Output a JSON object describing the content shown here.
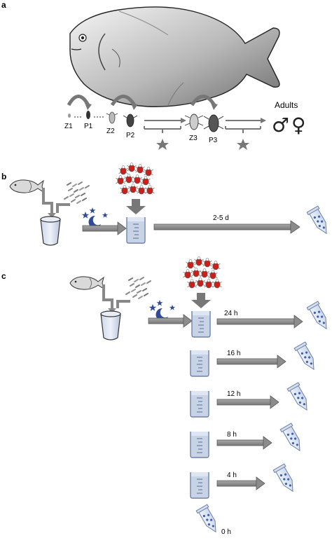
{
  "panels": {
    "a": {
      "label": "a",
      "stages": [
        "Z1",
        "P1",
        "Z2",
        "P2",
        "Z3",
        "P3"
      ],
      "adults_label": "Adults",
      "male_symbol": "♂",
      "female_symbol": "♀"
    },
    "b": {
      "label": "b",
      "duration": "2-5 d"
    },
    "c": {
      "label": "c",
      "timepoints": [
        "24 h",
        "16 h",
        "12 h",
        "8 h",
        "4 h",
        "0 h"
      ]
    }
  },
  "colors": {
    "arrow": "#8c8c8c",
    "arrow_edge": "#5a5a5a",
    "water": "#c9d3e6",
    "beaker_edge": "#6a7fa6",
    "egg_dot": "#3d5ea8",
    "parasite_red": "#c8201a",
    "moon_star": "#2f4a9a"
  }
}
